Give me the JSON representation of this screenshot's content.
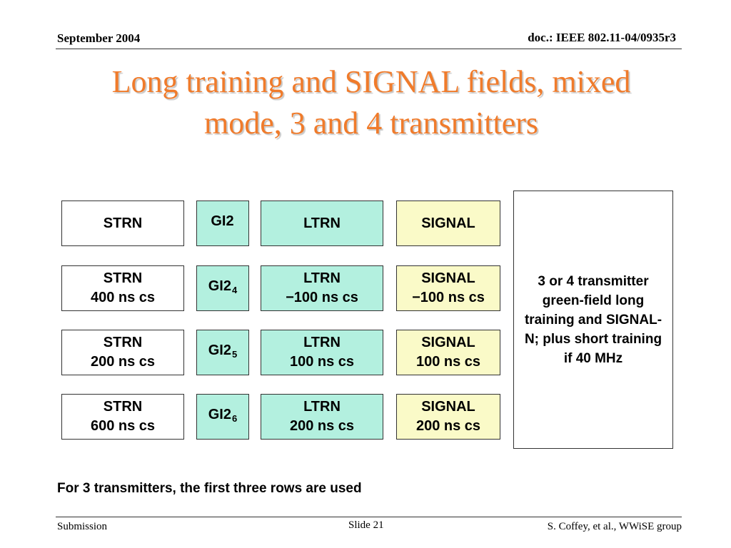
{
  "header": {
    "date": "September 2004",
    "doc": "doc.: IEEE 802.11-04/0935r3"
  },
  "title": {
    "line1": "Long training and SIGNAL fields, mixed",
    "line2": "mode,  3 and 4 transmitters"
  },
  "colors": {
    "title": "#f07b2b",
    "gi_ltrn_fill": "#b3f0df",
    "signal_fill": "#fafac8"
  },
  "rows": [
    {
      "strn": [
        "STRN"
      ],
      "gi": "GI2",
      "gi_sub": "",
      "ltrn": [
        "LTRN"
      ],
      "signal": [
        "SIGNAL"
      ]
    },
    {
      "strn": [
        "STRN",
        "400 ns cs"
      ],
      "gi": "GI2",
      "gi_sub": "4",
      "ltrn": [
        "LTRN",
        "−100 ns cs"
      ],
      "signal": [
        "SIGNAL",
        "−100 ns cs"
      ]
    },
    {
      "strn": [
        "STRN",
        "200 ns cs"
      ],
      "gi": "GI2",
      "gi_sub": "5",
      "ltrn": [
        "LTRN",
        "100 ns cs"
      ],
      "signal": [
        "SIGNAL",
        "100 ns cs"
      ]
    },
    {
      "strn": [
        "STRN",
        "600 ns cs"
      ],
      "gi": "GI2",
      "gi_sub": "6",
      "ltrn": [
        "LTRN",
        "200 ns cs"
      ],
      "signal": [
        "SIGNAL",
        "200 ns cs"
      ]
    }
  ],
  "side_note": "3 or 4 transmitter green-field long training and SIGNAL-N; plus short training if 40 MHz",
  "footnote": "For 3 transmitters, the first three rows are used",
  "footer": {
    "left": "Submission",
    "center": "Slide 21",
    "right": "S. Coffey, et al., WWiSE group"
  }
}
